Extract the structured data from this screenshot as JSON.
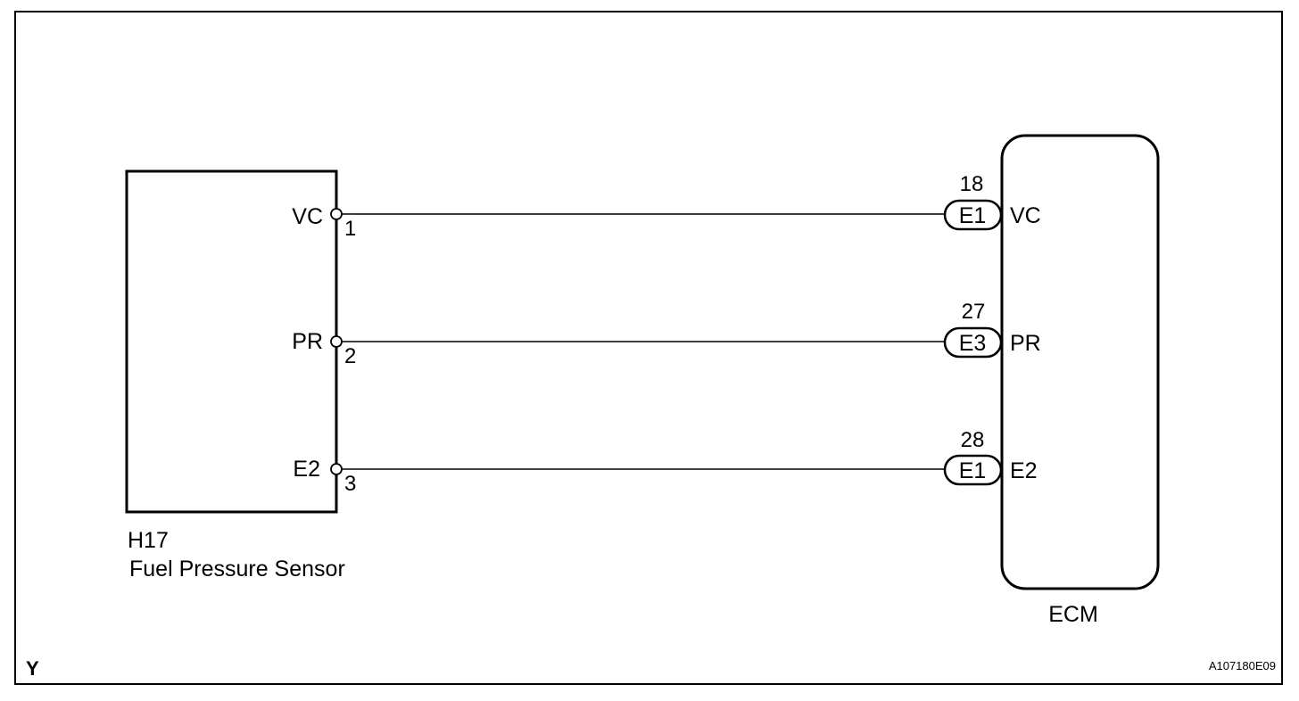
{
  "diagram": {
    "corner_letter": "Y",
    "figure_code": "A107180E09",
    "sensor": {
      "connector": "H17",
      "name": "Fuel Pressure Sensor",
      "pins": [
        {
          "label": "VC",
          "number": "1"
        },
        {
          "label": "PR",
          "number": "2"
        },
        {
          "label": "E2",
          "number": "3"
        }
      ]
    },
    "ecm": {
      "name": "ECM",
      "terminals": [
        {
          "connector": "E1",
          "number": "18",
          "label": "VC"
        },
        {
          "connector": "E3",
          "number": "27",
          "label": "PR"
        },
        {
          "connector": "E1",
          "number": "28",
          "label": "E2"
        }
      ]
    }
  }
}
